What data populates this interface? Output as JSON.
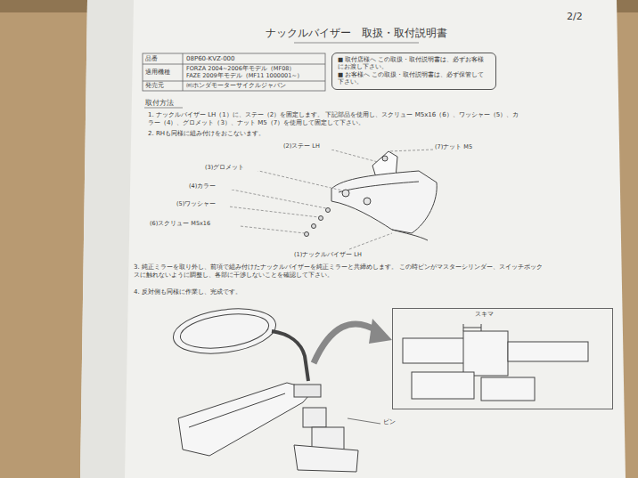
{
  "diagram": {
    "title": "ナックルバイザー　取扱・取付説明書",
    "nodes": [
      {
        "text": [
          "■ 取付店様へ この取扱・取付説明書は、必ずお客様にお渡し下さい。",
          "■ お客様へ この取扱・取付説明書は、必ず保管して下さい。"
        ]
      },
      {
        "text": [
          "スキマ"
        ]
      }
    ],
    "labels": [
      "2/2",
      "品番",
      "08P60-KVZ-000",
      "適用機種",
      "FORZA 2004~2006年モデル（MF08）",
      "FAZE 2009年モデル（MF11 1000001~）",
      "発売元",
      "㈱ホンダモーターサイクルジャパン",
      "取付方法",
      "1. ナックルバイザー LH（1）に、ステー（2）を固定します。 下記部品を使用し、スクリュー M5x16（6）、ワッシャー（5）、カラー（4）、グロメット（3）、ナット M5（7）を使用して固定して下さい。",
      "2. RHも同様に組み付けをおこないます。",
      "(2)ステー LH",
      "(7)ナット M5",
      "(3)グロメット",
      "(4)カラー",
      "(5)ワッシャー",
      "(6)スクリュー M5x16",
      "(1)ナックルバイザー LH",
      "3. 純正ミラーを取り外し、前項で組み付けたナックルバイザーを純正ミラーと共締めします。 この時ピンがマスターシリンダー、スイッチボックスに触れないように調整し、各部に干渉しないことを確認して下さい。",
      "4. 反対側も同様に作業し、完成です。",
      "ピン"
    ]
  }
}
